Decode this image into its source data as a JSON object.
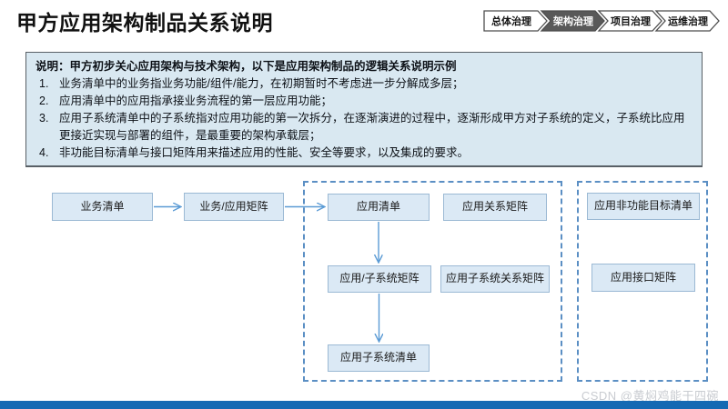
{
  "page": {
    "title": "甲方应用架构制品关系说明"
  },
  "nav": {
    "items": [
      {
        "label": "总体治理",
        "active": false
      },
      {
        "label": "架构治理",
        "active": true
      },
      {
        "label": "项目治理",
        "active": false
      },
      {
        "label": "运维治理",
        "active": false
      }
    ]
  },
  "notice": {
    "heading": "说明：甲方初步关心应用架构与技术架构，以下是应用架构制品的逻辑关系说明示例",
    "items": [
      {
        "num": "1.",
        "text": "业务清单中的业务指业务功能/组件/能力，在初期暂时不考虑进一步分解成多层；"
      },
      {
        "num": "2.",
        "text": "应用清单中的应用指承接业务流程的第一层应用功能；"
      },
      {
        "num": "3.",
        "text": "应用子系统清单中的子系统指对应用功能的第一次拆分，在逐渐演进的过程中，逐渐形成甲方对子系统的定义，子系统比应用更接近实现与部署的组件，是最重要的架构承载层；"
      },
      {
        "num": "4.",
        "text": "非功能目标清单与接口矩阵用来描述应用的性能、安全等要求，以及集成的要求。"
      }
    ]
  },
  "diagram": {
    "nodes": {
      "business_list": "业务清单",
      "business_app_matrix": "业务/应用矩阵",
      "app_list": "应用清单",
      "app_relation_matrix": "应用关系矩阵",
      "app_subsystem_matrix": "应用/子系统矩阵",
      "app_subsystem_relation_matrix": "应用子系统关系矩阵",
      "app_subsystem_list": "应用子系统清单",
      "app_nonfunctional_goal_list": "应用非功能目标清单",
      "app_interface_matrix": "应用接口矩阵"
    },
    "flow": [
      "业务清单 → 业务/应用矩阵",
      "业务/应用矩阵 → 应用清单",
      "应用清单 → 应用/子系统矩阵",
      "应用/子系统矩阵 → 应用子系统清单"
    ]
  },
  "watermark": "CSDN @黄焖鸡能干四碗",
  "colors": {
    "node_fill": "#dbe9f5",
    "node_border": "#9bb9d4",
    "dashed_border": "#5b8fc4",
    "arrow": "#5b9bd5",
    "notice_fill": "#d9e8f1",
    "notice_border": "#596066",
    "nav_active_fill": "#595959",
    "bottom_bar": "#1569b3"
  }
}
